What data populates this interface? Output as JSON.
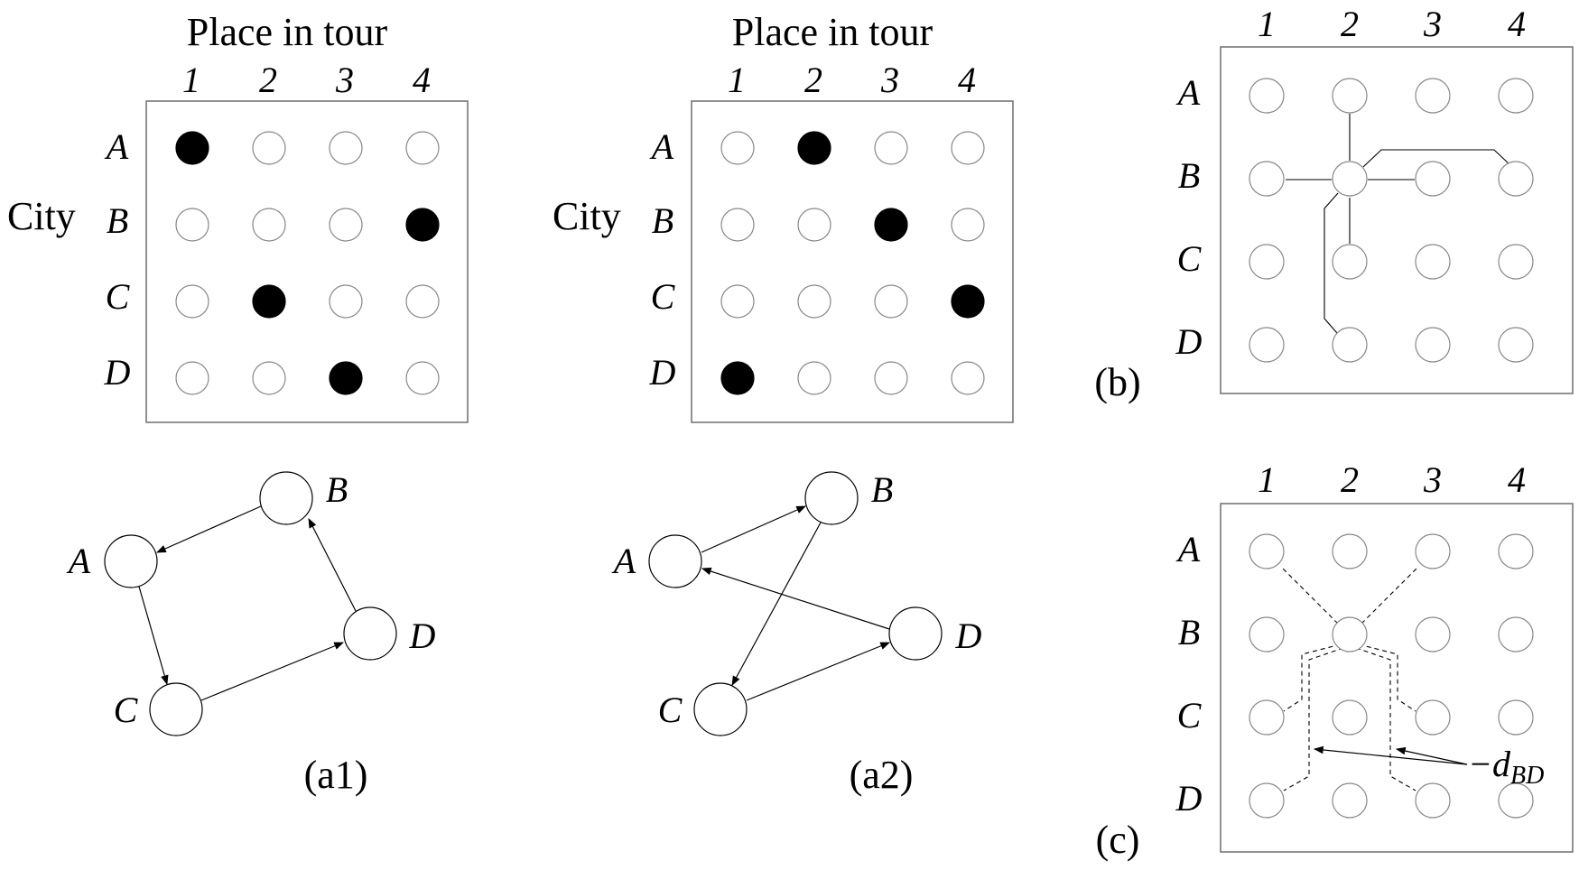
{
  "panel_a1": {
    "header": "Place in tour",
    "side_label": "City",
    "columns": [
      "1",
      "2",
      "3",
      "4"
    ],
    "rows": [
      "A",
      "B",
      "C",
      "D"
    ],
    "filled": [
      [
        0,
        0
      ],
      [
        1,
        3
      ],
      [
        2,
        1
      ],
      [
        3,
        2
      ]
    ],
    "graph": {
      "nodes": [
        "A",
        "B",
        "C",
        "D"
      ],
      "edges": [
        [
          "B",
          "A"
        ],
        [
          "A",
          "C"
        ],
        [
          "C",
          "D"
        ],
        [
          "D",
          "B"
        ]
      ]
    },
    "caption": "(a1)"
  },
  "panel_a2": {
    "header": "Place in tour",
    "side_label": "City",
    "columns": [
      "1",
      "2",
      "3",
      "4"
    ],
    "rows": [
      "A",
      "B",
      "C",
      "D"
    ],
    "filled": [
      [
        0,
        1
      ],
      [
        1,
        2
      ],
      [
        2,
        3
      ],
      [
        3,
        0
      ]
    ],
    "graph": {
      "nodes": [
        "A",
        "B",
        "C",
        "D"
      ],
      "edges": [
        [
          "A",
          "B"
        ],
        [
          "B",
          "C"
        ],
        [
          "C",
          "D"
        ],
        [
          "D",
          "A"
        ]
      ]
    },
    "caption": "(a2)"
  },
  "panel_b": {
    "columns": [
      "1",
      "2",
      "3",
      "4"
    ],
    "rows": [
      "A",
      "B",
      "C",
      "D"
    ],
    "caption": "(b)"
  },
  "panel_c": {
    "columns": [
      "1",
      "2",
      "3",
      "4"
    ],
    "rows": [
      "A",
      "B",
      "C",
      "D"
    ],
    "caption": "(c)",
    "annotation_main": "−d",
    "annotation_sub": "BD"
  }
}
